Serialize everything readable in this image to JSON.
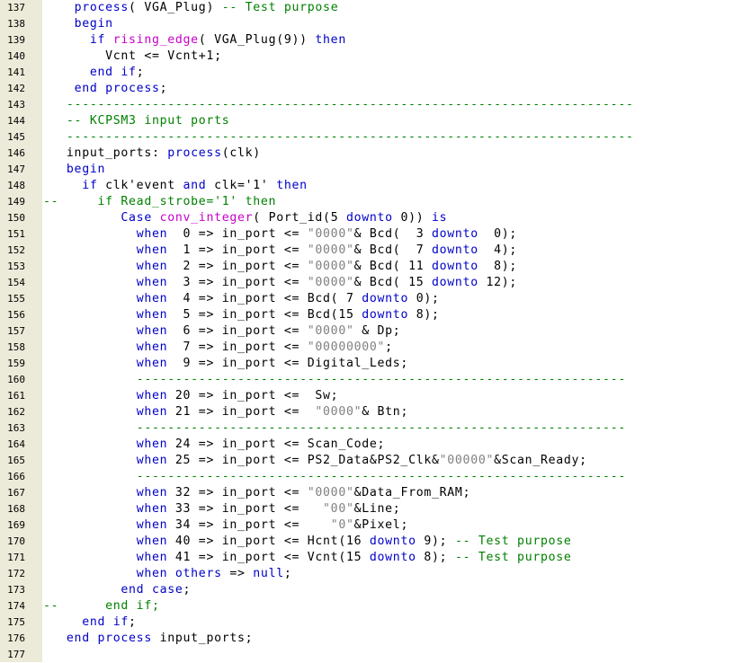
{
  "editor": {
    "lines": [
      {
        "n": "137",
        "t": [
          [
            "t",
            "    "
          ],
          [
            "k",
            "process"
          ],
          [
            "t",
            "( VGA_Plug) "
          ],
          [
            "c",
            "-- Test purpose"
          ]
        ]
      },
      {
        "n": "138",
        "t": [
          [
            "t",
            "    "
          ],
          [
            "k",
            "begin"
          ]
        ]
      },
      {
        "n": "139",
        "t": [
          [
            "t",
            "      "
          ],
          [
            "k",
            "if"
          ],
          [
            "t",
            " "
          ],
          [
            "f",
            "rising_edge"
          ],
          [
            "t",
            "( VGA_Plug(9)) "
          ],
          [
            "k",
            "then"
          ]
        ]
      },
      {
        "n": "140",
        "t": [
          [
            "t",
            "        Vcnt <= Vcnt+1;"
          ]
        ]
      },
      {
        "n": "141",
        "t": [
          [
            "t",
            "      "
          ],
          [
            "k",
            "end if"
          ],
          [
            "t",
            ";"
          ]
        ]
      },
      {
        "n": "142",
        "t": [
          [
            "t",
            "    "
          ],
          [
            "k",
            "end process"
          ],
          [
            "t",
            ";"
          ]
        ]
      },
      {
        "n": "143",
        "t": [
          [
            "c",
            "   -------------------------------------------------------------------------"
          ]
        ]
      },
      {
        "n": "144",
        "t": [
          [
            "c",
            "   -- KCPSM3 input ports"
          ]
        ]
      },
      {
        "n": "145",
        "t": [
          [
            "c",
            "   -------------------------------------------------------------------------"
          ]
        ]
      },
      {
        "n": "146",
        "t": [
          [
            "t",
            "   input_ports: "
          ],
          [
            "k",
            "process"
          ],
          [
            "t",
            "(clk)"
          ]
        ]
      },
      {
        "n": "147",
        "t": [
          [
            "t",
            "   "
          ],
          [
            "k",
            "begin"
          ]
        ]
      },
      {
        "n": "148",
        "t": [
          [
            "t",
            "     "
          ],
          [
            "k",
            "if"
          ],
          [
            "t",
            " clk'event "
          ],
          [
            "k",
            "and"
          ],
          [
            "t",
            " clk='1' "
          ],
          [
            "k",
            "then"
          ]
        ]
      },
      {
        "n": "149",
        "t": [
          [
            "c",
            "--     if Read_strobe='1' then"
          ]
        ]
      },
      {
        "n": "150",
        "t": [
          [
            "t",
            "          "
          ],
          [
            "k",
            "Case"
          ],
          [
            "t",
            " "
          ],
          [
            "f",
            "conv_integer"
          ],
          [
            "t",
            "( Port_id(5 "
          ],
          [
            "k",
            "downto"
          ],
          [
            "t",
            " 0)) "
          ],
          [
            "k",
            "is"
          ]
        ]
      },
      {
        "n": "151",
        "t": [
          [
            "t",
            "            "
          ],
          [
            "k",
            "when"
          ],
          [
            "t",
            "  0 => in_port <= "
          ],
          [
            "s",
            "\"0000\""
          ],
          [
            "t",
            "& Bcd(  3 "
          ],
          [
            "k",
            "downto"
          ],
          [
            "t",
            "  0);"
          ]
        ]
      },
      {
        "n": "152",
        "t": [
          [
            "t",
            "            "
          ],
          [
            "k",
            "when"
          ],
          [
            "t",
            "  1 => in_port <= "
          ],
          [
            "s",
            "\"0000\""
          ],
          [
            "t",
            "& Bcd(  7 "
          ],
          [
            "k",
            "downto"
          ],
          [
            "t",
            "  4);"
          ]
        ]
      },
      {
        "n": "153",
        "t": [
          [
            "t",
            "            "
          ],
          [
            "k",
            "when"
          ],
          [
            "t",
            "  2 => in_port <= "
          ],
          [
            "s",
            "\"0000\""
          ],
          [
            "t",
            "& Bcd( 11 "
          ],
          [
            "k",
            "downto"
          ],
          [
            "t",
            "  8);"
          ]
        ]
      },
      {
        "n": "154",
        "t": [
          [
            "t",
            "            "
          ],
          [
            "k",
            "when"
          ],
          [
            "t",
            "  3 => in_port <= "
          ],
          [
            "s",
            "\"0000\""
          ],
          [
            "t",
            "& Bcd( 15 "
          ],
          [
            "k",
            "downto"
          ],
          [
            "t",
            " 12);"
          ]
        ]
      },
      {
        "n": "155",
        "t": [
          [
            "t",
            "            "
          ],
          [
            "k",
            "when"
          ],
          [
            "t",
            "  4 => in_port <= Bcd( 7 "
          ],
          [
            "k",
            "downto"
          ],
          [
            "t",
            " 0);"
          ]
        ]
      },
      {
        "n": "156",
        "t": [
          [
            "t",
            "            "
          ],
          [
            "k",
            "when"
          ],
          [
            "t",
            "  5 => in_port <= Bcd(15 "
          ],
          [
            "k",
            "downto"
          ],
          [
            "t",
            " 8);"
          ]
        ]
      },
      {
        "n": "157",
        "t": [
          [
            "t",
            "            "
          ],
          [
            "k",
            "when"
          ],
          [
            "t",
            "  6 => in_port <= "
          ],
          [
            "s",
            "\"0000\""
          ],
          [
            "t",
            " & Dp;"
          ]
        ]
      },
      {
        "n": "158",
        "t": [
          [
            "t",
            "            "
          ],
          [
            "k",
            "when"
          ],
          [
            "t",
            "  7 => in_port <= "
          ],
          [
            "s",
            "\"00000000\""
          ],
          [
            "t",
            ";"
          ]
        ]
      },
      {
        "n": "159",
        "t": [
          [
            "t",
            "            "
          ],
          [
            "k",
            "when"
          ],
          [
            "t",
            "  9 => in_port <= Digital_Leds;"
          ]
        ]
      },
      {
        "n": "160",
        "t": [
          [
            "t",
            "            "
          ],
          [
            "c",
            "---------------------------------------------------------------"
          ]
        ]
      },
      {
        "n": "161",
        "t": [
          [
            "t",
            "            "
          ],
          [
            "k",
            "when"
          ],
          [
            "t",
            " 20 => in_port <=  Sw;"
          ]
        ]
      },
      {
        "n": "162",
        "t": [
          [
            "t",
            "            "
          ],
          [
            "k",
            "when"
          ],
          [
            "t",
            " 21 => in_port <=  "
          ],
          [
            "s",
            "\"0000\""
          ],
          [
            "t",
            "& Btn;"
          ]
        ]
      },
      {
        "n": "163",
        "t": [
          [
            "t",
            "            "
          ],
          [
            "c",
            "---------------------------------------------------------------"
          ]
        ]
      },
      {
        "n": "164",
        "t": [
          [
            "t",
            "            "
          ],
          [
            "k",
            "when"
          ],
          [
            "t",
            " 24 => in_port <= Scan_Code;"
          ]
        ]
      },
      {
        "n": "165",
        "t": [
          [
            "t",
            "            "
          ],
          [
            "k",
            "when"
          ],
          [
            "t",
            " 25 => in_port <= PS2_Data&PS2_Clk&"
          ],
          [
            "s",
            "\"00000\""
          ],
          [
            "t",
            "&Scan_Ready;"
          ]
        ]
      },
      {
        "n": "166",
        "t": [
          [
            "t",
            "            "
          ],
          [
            "c",
            "---------------------------------------------------------------"
          ]
        ]
      },
      {
        "n": "167",
        "t": [
          [
            "t",
            "            "
          ],
          [
            "k",
            "when"
          ],
          [
            "t",
            " 32 => in_port <= "
          ],
          [
            "s",
            "\"0000\""
          ],
          [
            "t",
            "&Data_From_RAM;"
          ]
        ]
      },
      {
        "n": "168",
        "t": [
          [
            "t",
            "            "
          ],
          [
            "k",
            "when"
          ],
          [
            "t",
            " 33 => in_port <=   "
          ],
          [
            "s",
            "\"00\""
          ],
          [
            "t",
            "&Line;"
          ]
        ]
      },
      {
        "n": "169",
        "t": [
          [
            "t",
            "            "
          ],
          [
            "k",
            "when"
          ],
          [
            "t",
            " 34 => in_port <=    "
          ],
          [
            "s",
            "\"0\""
          ],
          [
            "t",
            "&Pixel;"
          ]
        ]
      },
      {
        "n": "170",
        "t": [
          [
            "t",
            "            "
          ],
          [
            "k",
            "when"
          ],
          [
            "t",
            " 40 => in_port <= Hcnt(16 "
          ],
          [
            "k",
            "downto"
          ],
          [
            "t",
            " 9); "
          ],
          [
            "c",
            "-- Test purpose"
          ]
        ]
      },
      {
        "n": "171",
        "t": [
          [
            "t",
            "            "
          ],
          [
            "k",
            "when"
          ],
          [
            "t",
            " 41 => in_port <= Vcnt(15 "
          ],
          [
            "k",
            "downto"
          ],
          [
            "t",
            " 8); "
          ],
          [
            "c",
            "-- Test purpose"
          ]
        ]
      },
      {
        "n": "172",
        "t": [
          [
            "t",
            "            "
          ],
          [
            "k",
            "when others"
          ],
          [
            "t",
            " => "
          ],
          [
            "k",
            "null"
          ],
          [
            "t",
            ";"
          ]
        ]
      },
      {
        "n": "173",
        "t": [
          [
            "t",
            "          "
          ],
          [
            "k",
            "end case"
          ],
          [
            "t",
            ";"
          ]
        ]
      },
      {
        "n": "174",
        "t": [
          [
            "c",
            "--      end if;"
          ]
        ]
      },
      {
        "n": "175",
        "t": [
          [
            "t",
            "     "
          ],
          [
            "k",
            "end if"
          ],
          [
            "t",
            ";"
          ]
        ]
      },
      {
        "n": "176",
        "t": [
          [
            "t",
            "   "
          ],
          [
            "k",
            "end process"
          ],
          [
            "t",
            " input_ports;"
          ]
        ]
      },
      {
        "n": "177",
        "t": []
      }
    ]
  }
}
